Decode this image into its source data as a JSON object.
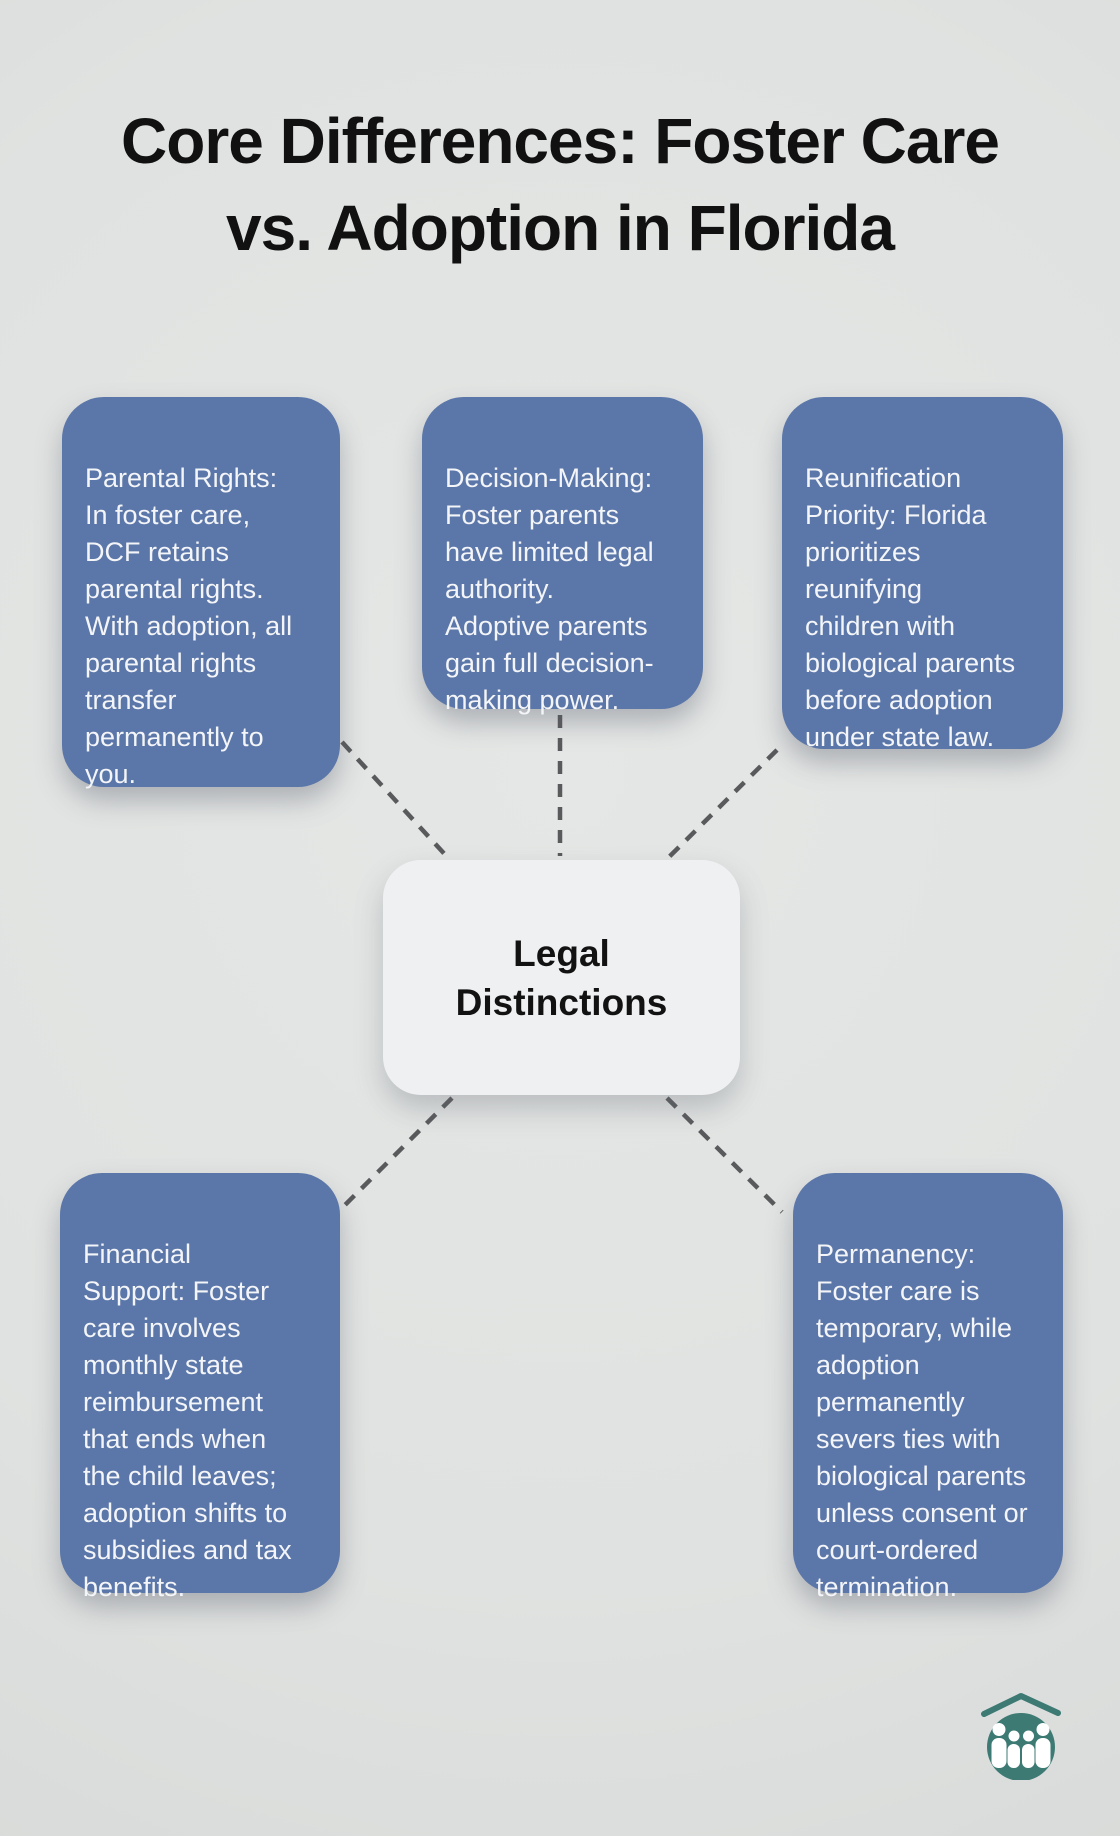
{
  "title": {
    "lines": [
      "Core Differences: Foster Care",
      "vs. Adoption in Florida"
    ]
  },
  "center": {
    "label": "Legal\nDistinctions"
  },
  "cards": [
    {
      "id": "parental-rights",
      "text": "Parental Rights:\nIn foster care,\nDCF retains\nparental rights.\nWith adoption, all\nparental rights\ntransfer\npermanently to\nyou."
    },
    {
      "id": "decision-making",
      "text": "Decision-Making:\nFoster parents\nhave limited legal\nauthority.\nAdoptive parents\ngain full decision-\nmaking power."
    },
    {
      "id": "reunification-priority",
      "text": "Reunification\nPriority: Florida\nprioritizes\nreunifying\nchildren with\nbiological parents\nbefore adoption\nunder state law."
    },
    {
      "id": "financial-support",
      "text": "Financial\nSupport: Foster\ncare involves\nmonthly state\nreimbursement\nthat ends when\nthe child leaves;\nadoption shifts to\nsubsidies and tax\nbenefits."
    },
    {
      "id": "permanency",
      "text": "Permanency:\nFoster care is\ntemporary, while\nadoption\npermanently\nsevers ties with\nbiological parents\nunless consent or\ncourt-ordered\ntermination."
    }
  ],
  "colors": {
    "background": "#e0e2e1",
    "bg_light": "#e5e7e6",
    "bg_dark": "#d5d7d6",
    "card_bg": "#5b76a8",
    "card_text": "#f3f5f8",
    "center_bg": "#eef0f2",
    "center_text": "#121212",
    "title_color": "#111111",
    "connector": "#595a5c",
    "logo_teal": "#3d7a73",
    "logo_figures": "#ffffff"
  },
  "logo": {
    "name": "family-home-logo"
  }
}
